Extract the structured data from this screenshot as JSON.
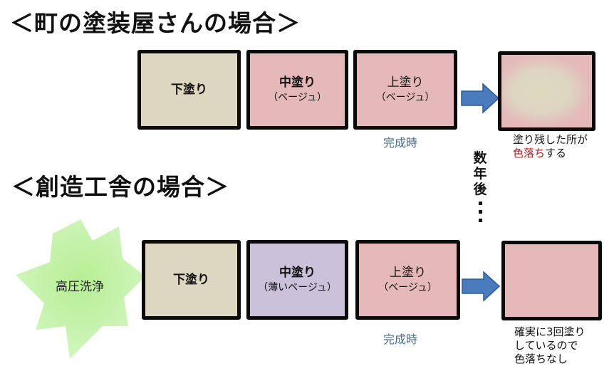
{
  "section1": {
    "heading": "＜町の塗装屋さんの場合＞",
    "boxes": [
      {
        "title": "下塗り",
        "sub": ""
      },
      {
        "title": "中塗り",
        "sub": "（ベージュ）"
      },
      {
        "title": "上塗り",
        "sub": "（ベージュ）"
      }
    ],
    "completion_label": "完成時",
    "result_note_line1": "塗り残した所が",
    "result_note_red": "色落ち",
    "result_note_rest": "する"
  },
  "years_later": {
    "chars": [
      "数",
      "年",
      "後"
    ]
  },
  "section2": {
    "heading": "＜創造工舎の場合＞",
    "star_label": "高圧洗浄",
    "boxes": [
      {
        "title": "下塗り",
        "sub": ""
      },
      {
        "title": "中塗り",
        "sub": "（薄いベージュ）"
      },
      {
        "title": "上塗り",
        "sub": "（ベージュ）"
      }
    ],
    "completion_label": "完成時",
    "result_note": [
      "確実に3回塗り",
      "しているので",
      "色落ちなし"
    ]
  },
  "colors": {
    "beige": "#ddd7c2",
    "pink": "#e5b8b9",
    "lavender": "#cbc1da",
    "arrow": "#4a7bbd",
    "star": "#b8f0a0",
    "caption": "#4a6c8c",
    "red_text": "#c0171a"
  }
}
